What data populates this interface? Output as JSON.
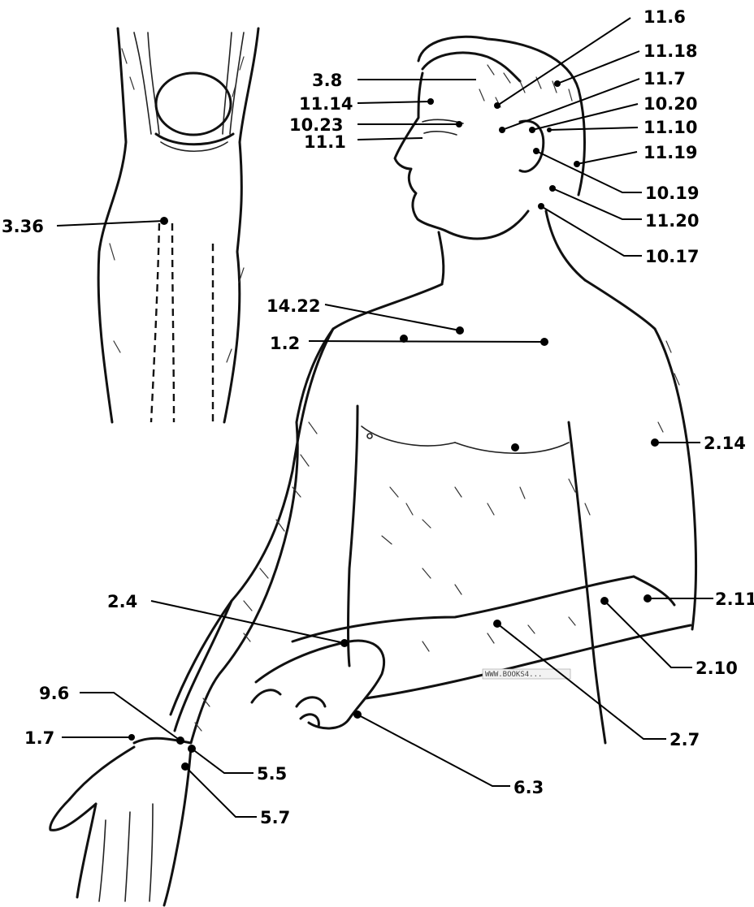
{
  "watermark": "WWW.BOOKS4...",
  "labels": {
    "k336": "3.36",
    "p116": "11.6",
    "p1118": "11.18",
    "p117": "11.7",
    "p1020": "10.20",
    "p1110": "11.10",
    "p1119": "11.19",
    "p1019": "10.19",
    "p1120": "11.20",
    "p1017": "10.17",
    "p38": "3.8",
    "p1114": "11.14",
    "p1023": "10.23",
    "p111": "11.1",
    "p1422": "14.22",
    "p12": "1.2",
    "p214": "2.14",
    "p211": "2.11",
    "p210": "2.10",
    "p27": "2.7",
    "p24": "2.4",
    "p63": "6.3",
    "p96": "9.6",
    "p17": "1.7",
    "p55": "5.5",
    "p57": "5.7"
  }
}
